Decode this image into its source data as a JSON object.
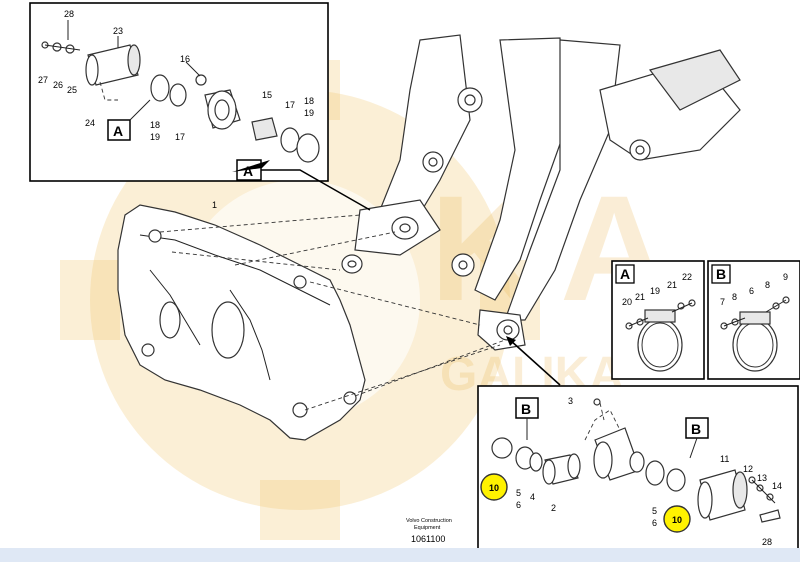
{
  "diagram": {
    "type": "exploded-parts-diagram",
    "watermark_color": "#f2c66a",
    "highlight_color": "#fff200",
    "callouts": [
      "28",
      "23",
      "27",
      "26",
      "25",
      "24",
      "16",
      "15",
      "17",
      "18",
      "19",
      "18",
      "19",
      "17",
      "1",
      "20",
      "21",
      "19",
      "21",
      "22",
      "9",
      "7",
      "8",
      "6",
      "8",
      "3",
      "10",
      "5",
      "6",
      "4",
      "2",
      "11",
      "12",
      "13",
      "14",
      "5",
      "6",
      "10",
      "28"
    ],
    "view_labels": [
      "A",
      "A",
      "A",
      "B",
      "B",
      "B"
    ],
    "publisher": "Volvo Construction\nEquipment",
    "publisher_line1": "Volvo Construction",
    "publisher_line2": "Equipment",
    "drawing_number": "1061100"
  }
}
